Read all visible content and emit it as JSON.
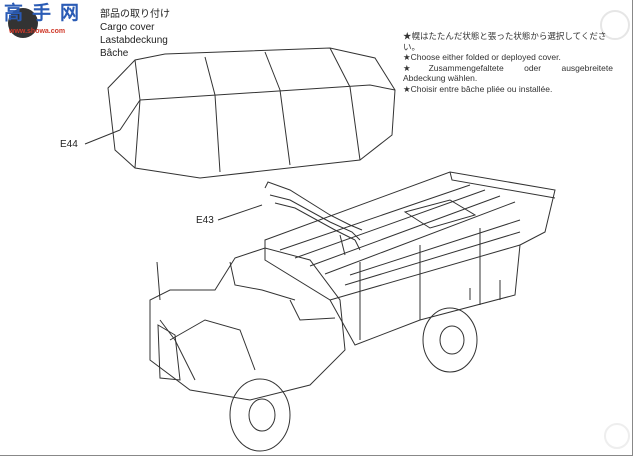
{
  "header": {
    "title_jp": "部品の取り付け",
    "title_en": "Cargo cover",
    "title_de": "Lastabdeckung",
    "title_fr": "Bâche"
  },
  "watermark": {
    "text": "高手网",
    "url": "www.showa.com"
  },
  "note": {
    "jp": "★幌はたたんだ状態と張った状態から選択してください。",
    "en": "★Choose either folded or deployed cover.",
    "de_line1": "★Zusammengefaltete oder ausgebreitete",
    "de_line2": "Abdeckung wählen.",
    "fr": "★Choisir entre bâche pliée ou installée."
  },
  "parts": {
    "cover": "E44",
    "frame": "E43"
  }
}
